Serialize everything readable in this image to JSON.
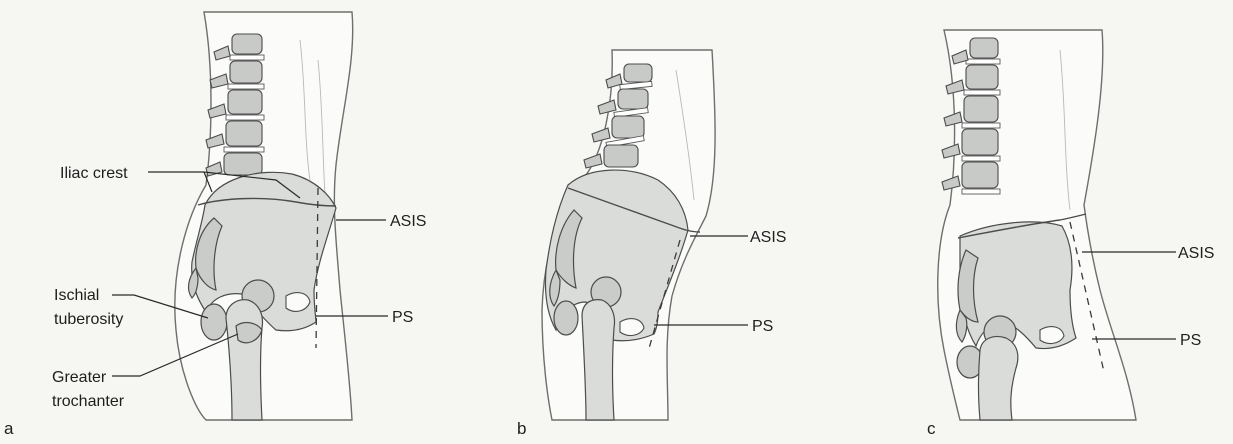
{
  "panels": [
    {
      "letter": "a",
      "labels": {
        "iliac_crest": "Iliac crest",
        "asis": "ASIS",
        "ps": "PS",
        "ischial_tuberosity_line1": "Ischial",
        "ischial_tuberosity_line2": "tuberosity",
        "greater_trochanter_line1": "Greater",
        "greater_trochanter_line2": "trochanter"
      }
    },
    {
      "letter": "b",
      "labels": {
        "asis": "ASIS",
        "ps": "PS"
      }
    },
    {
      "letter": "c",
      "labels": {
        "asis": "ASIS",
        "ps": "PS"
      }
    }
  ]
}
